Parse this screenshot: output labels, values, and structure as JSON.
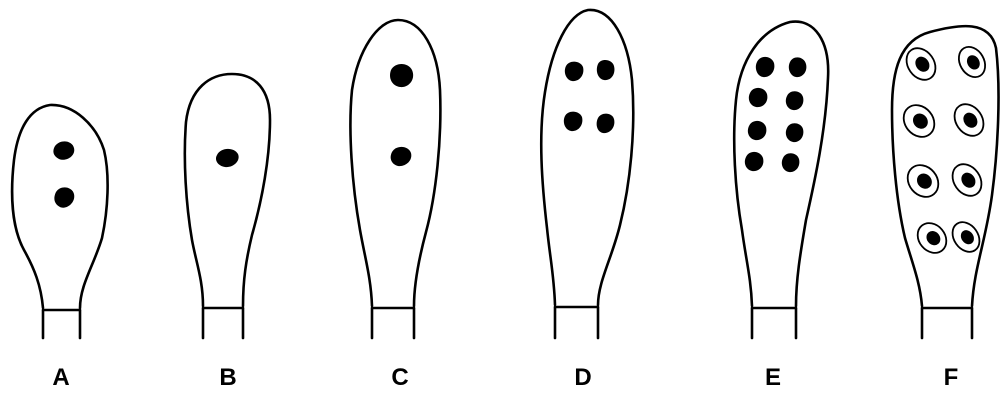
{
  "figure": {
    "panels": [
      {
        "label": "A",
        "nuclei": 2
      },
      {
        "label": "B",
        "nuclei": 1
      },
      {
        "label": "C",
        "nuclei": 2
      },
      {
        "label": "D",
        "nuclei": 4
      },
      {
        "label": "E",
        "nuclei": 8
      },
      {
        "label": "F",
        "nuclei": 8,
        "walled": true
      }
    ]
  }
}
